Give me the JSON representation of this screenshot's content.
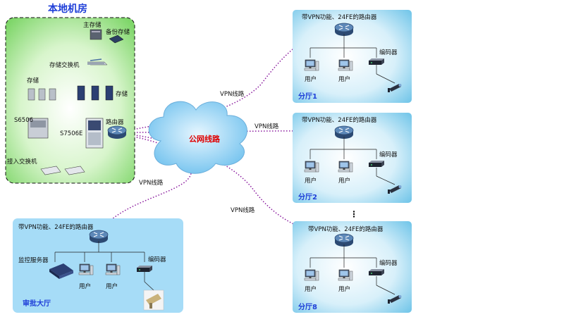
{
  "local": {
    "title": "本地机房",
    "main_storage": "主存储",
    "backup_storage": "备份存储",
    "storage_switch": "存储交换机",
    "storage_left": "存储",
    "storage_right": "存储",
    "s6506": "S6506",
    "s7506e": "S7506E",
    "router": "路由器",
    "access_switch": "接入交换机"
  },
  "cloud": {
    "label": "公网线路"
  },
  "vpn_label": "VPN线路",
  "router_desc": "带VPN功能、24FE的路由器",
  "user": "用户",
  "encoder": "编码器",
  "monitor_server": "监控服务器",
  "branches": [
    {
      "name": "分厅1"
    },
    {
      "name": "分厅2"
    },
    {
      "name": "分厅8"
    }
  ],
  "ellipsis": "⋮",
  "approval": {
    "name": "审批大厅"
  },
  "colors": {
    "local_fill": "#9ee28a",
    "branch_fill": "#8fd3ee",
    "approval_fill": "#a6dcf7",
    "cloud": "#8fd0f2",
    "vpn": "#8a1a9e",
    "cloud_text": "#e00000",
    "title_blue": "#1f3fd8"
  }
}
